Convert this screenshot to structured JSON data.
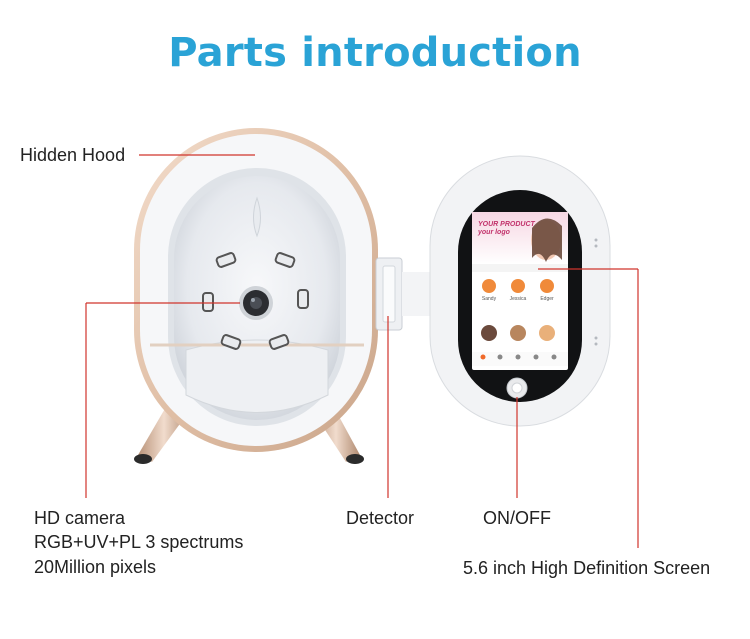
{
  "title": "Parts introduction",
  "labels": {
    "hidden_hood": "Hidden Hood",
    "hd_camera": "HD camera",
    "spectrums": "RGB+UV+PL 3 spectrums",
    "pixels": "20Million pixels",
    "detector": "Detector",
    "on_off": "ON/OFF",
    "screen": "5.6 inch High Definition Screen"
  },
  "screen_ui": {
    "banner_line1": "YOUR PRODUCT",
    "banner_line2": "your logo",
    "profiles": [
      "Sandy",
      "Jessica",
      "Edger"
    ]
  },
  "colors": {
    "title": "#2aa3d6",
    "leader_line": "#d0342c",
    "rose_gold": "#e3c2a8",
    "device_white": "#f4f5f7"
  },
  "icons": [
    "camera-lens-icon",
    "led-light-icon",
    "power-button-icon"
  ]
}
